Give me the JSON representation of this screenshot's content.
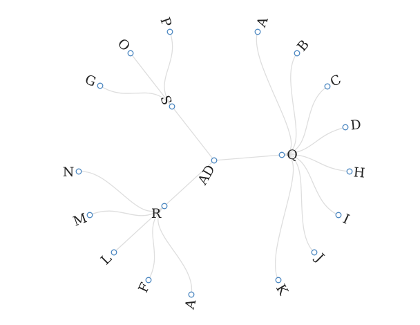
{
  "tree": {
    "root": "AD",
    "nodes": [
      {
        "id": "AD",
        "label": "AD",
        "parent": null
      },
      {
        "id": "S",
        "label": "S",
        "parent": "AD"
      },
      {
        "id": "P",
        "label": "P",
        "parent": "S"
      },
      {
        "id": "O",
        "label": "O",
        "parent": "S"
      },
      {
        "id": "G",
        "label": "G",
        "parent": "S"
      },
      {
        "id": "Q",
        "label": "Q",
        "parent": "AD"
      },
      {
        "id": "A1",
        "label": "A",
        "parent": "Q"
      },
      {
        "id": "B",
        "label": "B",
        "parent": "Q"
      },
      {
        "id": "C",
        "label": "C",
        "parent": "Q"
      },
      {
        "id": "D",
        "label": "D",
        "parent": "Q"
      },
      {
        "id": "H",
        "label": "H",
        "parent": "Q"
      },
      {
        "id": "I",
        "label": "I",
        "parent": "Q"
      },
      {
        "id": "J",
        "label": "J",
        "parent": "Q"
      },
      {
        "id": "K",
        "label": "K",
        "parent": "Q"
      },
      {
        "id": "R",
        "label": "R",
        "parent": "AD"
      },
      {
        "id": "N",
        "label": "N",
        "parent": "R"
      },
      {
        "id": "M",
        "label": "M",
        "parent": "R"
      },
      {
        "id": "L",
        "label": "L",
        "parent": "R"
      },
      {
        "id": "F",
        "label": "F",
        "parent": "R"
      },
      {
        "id": "A2",
        "label": "A",
        "parent": "R"
      }
    ]
  },
  "colors": {
    "link": "#dedede",
    "node_stroke": "#4a86c0",
    "node_fill": "#ffffff",
    "label": "#222222"
  }
}
